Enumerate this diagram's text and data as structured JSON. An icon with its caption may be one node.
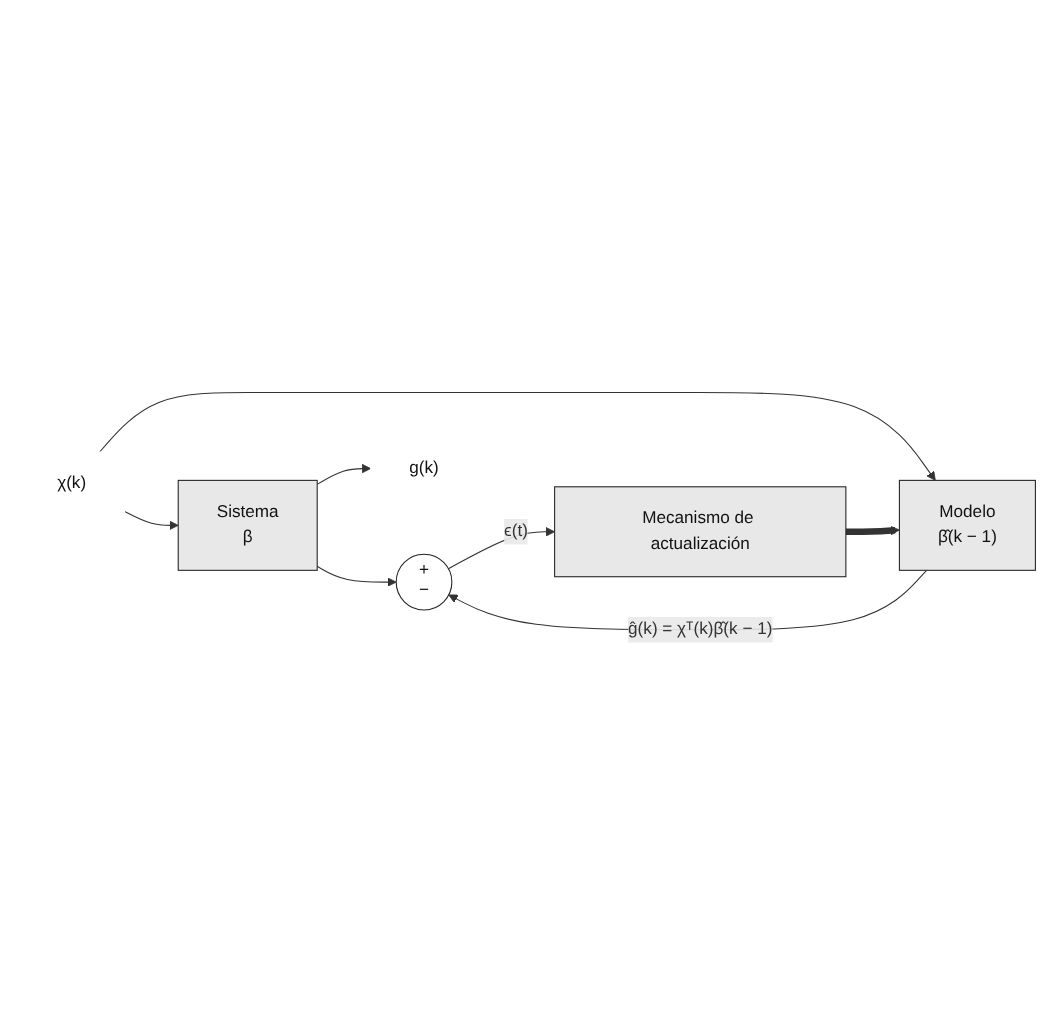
{
  "diagram": {
    "nodes": [
      {
        "text": [
          "χ(k)"
        ]
      },
      {
        "text": [
          "Sistema",
          "β"
        ]
      },
      {
        "text": [
          "Modelo",
          "β̂(k − 1)"
        ]
      },
      {
        "text": [
          "+",
          "−"
        ]
      },
      {
        "text": [
          "Mecanismo de actualización"
        ]
      },
      {
        "text": [
          "g(k)"
        ]
      }
    ],
    "edges": [
      {
        "from": 0,
        "to": 1,
        "arrow": "to"
      },
      {
        "from": 0,
        "to": 2,
        "arrow": "to"
      },
      {
        "from": 1,
        "to": 5,
        "arrow": "to"
      },
      {
        "from": 1,
        "to": 3,
        "arrow": "to"
      },
      {
        "from": 2,
        "to": 3,
        "arrow": "to",
        "label": "ĝ(k) = χᵀ(k)β̂(k − 1)"
      },
      {
        "from": 3,
        "to": 4,
        "arrow": "to",
        "label": "ϵ(t)"
      },
      {
        "from": 4,
        "to": 2,
        "arrow": "to",
        "style": "thick"
      }
    ]
  }
}
